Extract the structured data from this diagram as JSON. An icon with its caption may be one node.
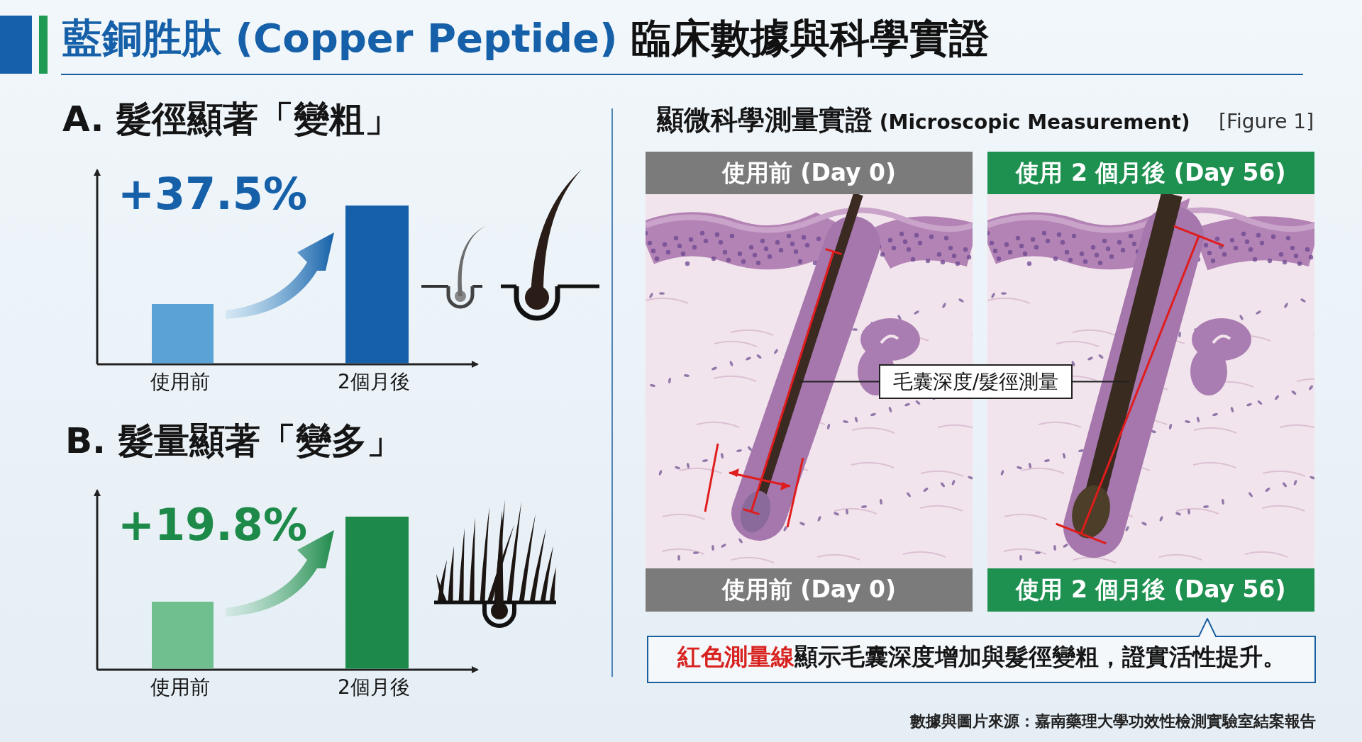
{
  "diagram": {
    "title": "**藍銅胜肽 (Copper Peptide)** 臨床數據與科學實證",
    "nodes": [
      {
        "text": [
          "使用前 (Day 0)"
        ]
      },
      {
        "text": [
          "使用 2 個月後 (Day 56)"
        ]
      },
      {
        "text": [],
        "shape": "picture"
      },
      {
        "text": [],
        "shape": "picture"
      },
      {
        "text": [
          "使用前 (Day 0)"
        ]
      },
      {
        "text": [
          "使用 2 個月後 (Day 56)"
        ]
      },
      {
        "text": [
          "毛囊深度/髮徑測量"
        ]
      },
      {
        "text": [
          "**紅色測量線**顯示毛囊深度增加與髮徑變粗，證實活性提升。"
        ]
      }
    ],
    "edges": [
      {
        "from": 6,
        "to": 2,
        "arrow": "none"
      },
      {
        "from": 6,
        "to": 3,
        "arrow": "none"
      }
    ],
    "labels": [
      "A. 髮徑顯著「變粗」",
      "+37.5%",
      "使用前",
      "2個月後",
      "B. 髮量顯著「變多」",
      "+19.8%",
      "使用前",
      "2個月後",
      "**顯微科學測量實證** (Microscopic Measurement)",
      "[Figure 1]",
      "數據與圖片來源：嘉南藥理大學功效性檢測實驗室結案報告"
    ]
  }
}
